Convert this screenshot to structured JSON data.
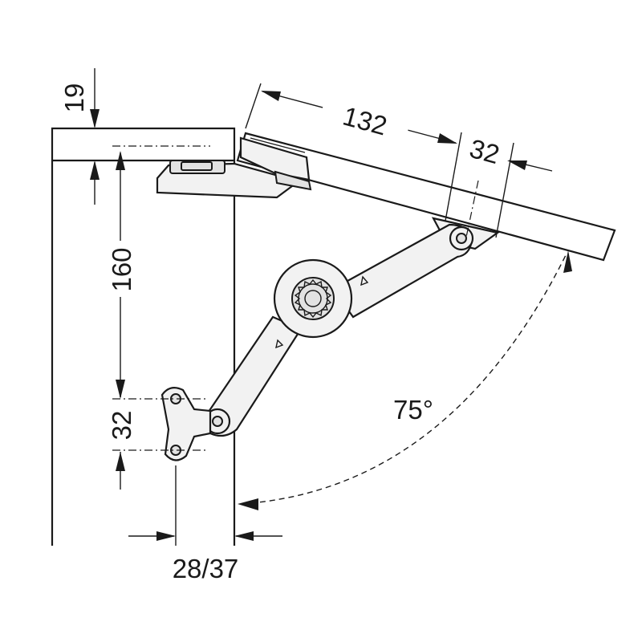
{
  "diagram": {
    "dimensions": {
      "panel_thickness": "19",
      "lid_length": "132",
      "lid_offset": "32",
      "vertical_distance": "160",
      "bracket_spacing": "32",
      "side_offset": "28/37",
      "opening_angle": "75°"
    }
  }
}
